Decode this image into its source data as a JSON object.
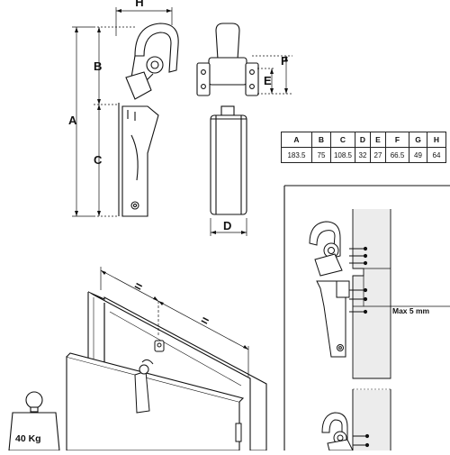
{
  "dimension_labels": {
    "A": "A",
    "B": "B",
    "C": "C",
    "D": "D",
    "E": "E",
    "F": "F",
    "H": "H"
  },
  "dimension_table": {
    "headers": [
      "A",
      "B",
      "C",
      "D",
      "E",
      "F",
      "G",
      "H"
    ],
    "values": [
      "183.5",
      "75",
      "108.5",
      "32",
      "27",
      "66.5",
      "49",
      "64"
    ]
  },
  "door_diagram": {
    "equal_mark_1": "=",
    "equal_mark_2": "="
  },
  "install_detail": {
    "max_gap": "Max 5 mm"
  },
  "weight": {
    "label": "40 Kg"
  },
  "colors": {
    "line": "#111111",
    "fill": "#ffffff",
    "shade": "#e8e8e8"
  }
}
